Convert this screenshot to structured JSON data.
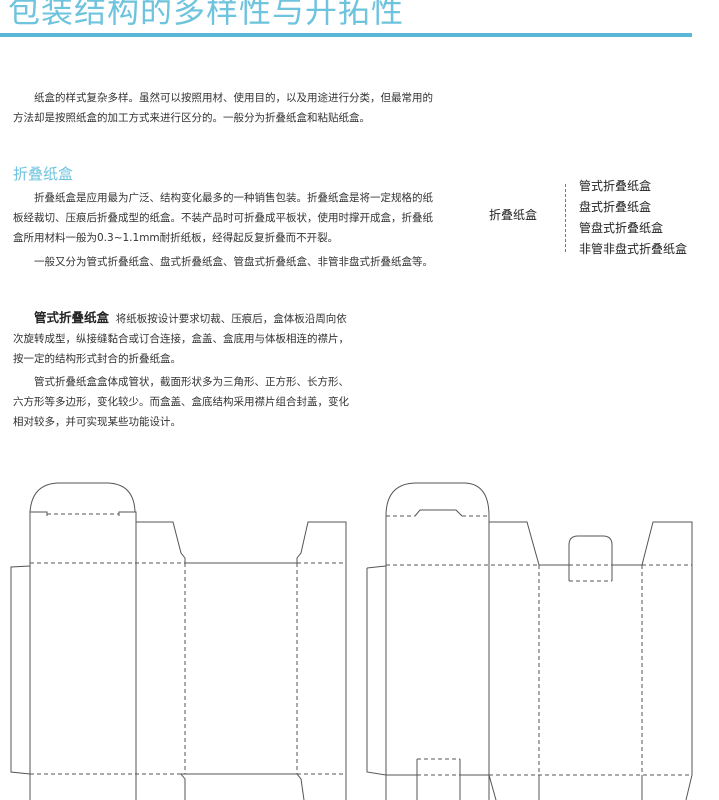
{
  "header": {
    "title": "包装结构的多样性与开拓性",
    "accent_color": "#5bb7d6"
  },
  "intro": "纸盒的样式复杂多样。虽然可以按照用材、使用目的，以及用途进行分类，但最常用的方法却是按照纸盒的加工方式来进行区分的。一般分为折叠纸盒和粘贴纸盒。",
  "section": {
    "heading": "折叠纸盒",
    "para1": "折叠纸盒是应用最为广泛、结构变化最多的一种销售包装。折叠纸盒是将一定规格的纸板经裁切、压痕后折叠成型的纸盒。不装产品时可折叠成平板状，使用时撑开成盒，折叠纸盒所用材料一般为0.3~1.1mm耐折纸板，经得起反复折叠而不开裂。",
    "para2": "一般又分为管式折叠纸盒、盘式折叠纸盒、管盘式折叠纸盒、非管非盘式折叠纸盒等。",
    "sub_heading": "管式折叠纸盒",
    "para3": "将纸板按设计要求切裁、压痕后，盒体板沿周向依次旋转成型，纵接缝黏合或订合连接，盒盖、盒底用与体板相连的襟片，按一定的结构形式封合的折叠纸盒。",
    "para4": "管式折叠纸盒盒体成管状，截面形状多为三角形、正方形、长方形、六方形等多边形，变化较少。而盒盖、盒底结构采用襟片组合封盖，变化相对较多，并可实现某些功能设计。"
  },
  "classification": {
    "root": "折叠纸盒",
    "items": [
      "管式折叠纸盒",
      "盘式折叠纸盒",
      "管盘式折叠纸盒",
      "非管非盘式折叠纸盒"
    ]
  }
}
